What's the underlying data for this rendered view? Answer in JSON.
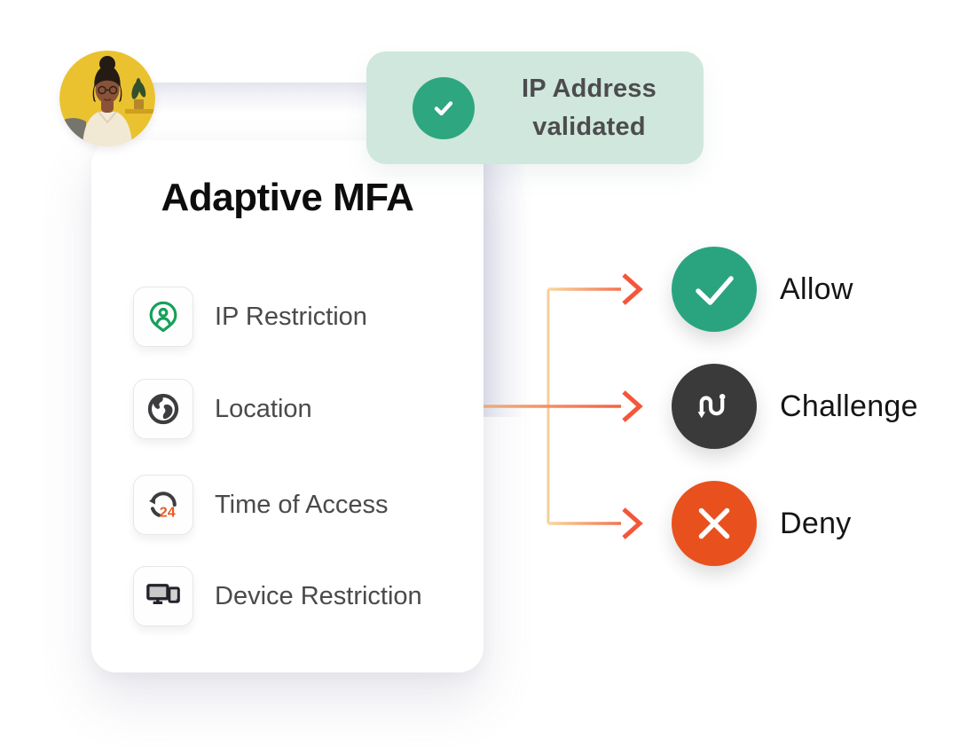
{
  "page": {
    "background": "#ffffff"
  },
  "avatar": {
    "description": "person with braided hair at laptop, yellow wall with plant",
    "bg_color": "#eac22f"
  },
  "badge": {
    "line1": "IP Address",
    "line2": "validated",
    "bg": "#cfe7dc",
    "icon": "check-icon",
    "icon_circle_color": "#2ea67f",
    "text_color": "#4c4c4e"
  },
  "card": {
    "title": "Adaptive MFA",
    "items": [
      {
        "label": "IP Restriction",
        "icon": "person-pin-icon",
        "icon_color": "#16a05a"
      },
      {
        "label": "Location",
        "icon": "globe-icon",
        "icon_color": "#3d3d40"
      },
      {
        "label": "Time of Access",
        "icon": "clock-24-icon",
        "icon_color": "#3d3d40",
        "badge_text": "24",
        "badge_color": "#e85a22"
      },
      {
        "label": "Device Restriction",
        "icon": "devices-icon",
        "icon_color": "#23232b"
      }
    ]
  },
  "outcomes": [
    {
      "label": "Allow",
      "icon": "check-icon",
      "color": "#2aa47e"
    },
    {
      "label": "Challenge",
      "icon": "route-icon",
      "color": "#3b3a3a"
    },
    {
      "label": "Deny",
      "icon": "close-icon",
      "color": "#e8511e"
    }
  ],
  "connectors": {
    "ribbon_color": "#e9e9f2",
    "branch_line_color": "#f5cf98",
    "arrow_gradient_start": "#f8d8a0",
    "arrow_gradient_end": "#f4563a"
  }
}
